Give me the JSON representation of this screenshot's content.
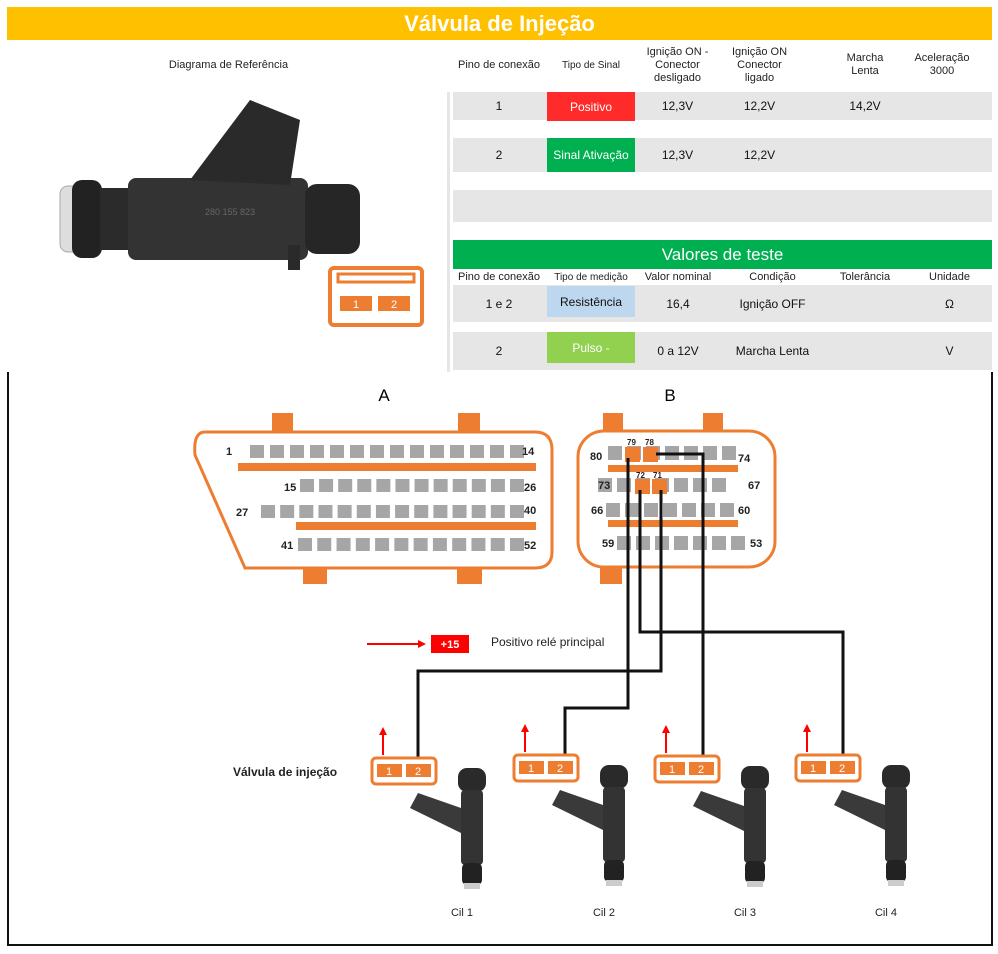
{
  "title": "Válvula de Injeção",
  "header": {
    "reference": "Diagrama de Referência",
    "cols": [
      "Pino de conexão",
      "Tipo de Sinal",
      "Ignição ON - Conector desligado",
      "Ignição ON Conector ligado",
      "Marcha Lenta",
      "Aceleração 3000"
    ]
  },
  "rows": [
    {
      "pin": "1",
      "type": "Positivo",
      "type_color": "#FF2B2B",
      "ign_off": "12,3V",
      "ign_on": "12,2V",
      "marcha": "14,2V",
      "acel": ""
    },
    {
      "pin": "2",
      "type": "Sinal Ativação",
      "type_color": "#00B050",
      "ign_off": "12,3V",
      "ign_on": "12,2V",
      "marcha": "",
      "acel": ""
    }
  ],
  "test": {
    "title": "Valores de teste",
    "cols": [
      "Pino de conexão",
      "Tipo de medição",
      "Valor nominal",
      "Condição",
      "Tolerância",
      "Unidade"
    ],
    "rows": [
      {
        "pin": "1 e 2",
        "type": "Resistência",
        "type_color": "#BDD7EE",
        "nominal": "16,4",
        "cond": "Ignição OFF",
        "tol": "",
        "unit": "Ω"
      },
      {
        "pin": "2",
        "type": "Pulso -",
        "type_color": "#92D050",
        "nominal": "0 a 12V",
        "cond": "Marcha Lenta",
        "tol": "",
        "unit": "V"
      }
    ]
  },
  "connector_pins": [
    "1",
    "2"
  ],
  "injector_part_number": "280 155 823",
  "diagram": {
    "connector_a": "A",
    "connector_b": "B",
    "a_labels": {
      "p1": "1",
      "p14": "14",
      "p15": "15",
      "p26": "26",
      "p27": "27",
      "p40": "40",
      "p41": "41",
      "p52": "52"
    },
    "b_labels": {
      "p80": "80",
      "p79": "79",
      "p78": "78",
      "p74": "74",
      "p73": "73",
      "p72": "72",
      "p71": "71",
      "p67": "67",
      "p66": "66",
      "p60": "60",
      "p59": "59",
      "p53": "53"
    },
    "plus15": "+15",
    "plus15_desc": "Positivo relé principal",
    "injector_label": "Válvula de injeção",
    "cylinders": [
      "Cil 1",
      "Cil 2",
      "Cil 3",
      "Cil 4"
    ]
  },
  "colors": {
    "orange": "#ED7D31",
    "yellow": "#FFC000",
    "green": "#00B050",
    "pin_grey": "#A6A6A6"
  }
}
